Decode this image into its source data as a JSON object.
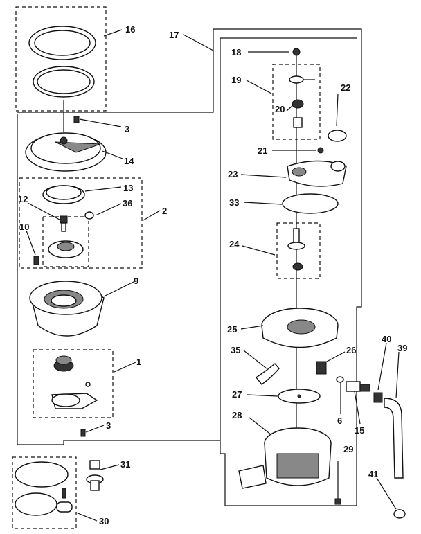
{
  "callouts": {
    "c1": "1",
    "c2": "2",
    "c3a": "3",
    "c3b": "3",
    "c6": "6",
    "c9": "9",
    "c10": "10",
    "c12": "12",
    "c13": "13",
    "c14": "14",
    "c15": "15",
    "c16": "16",
    "c17": "17",
    "c18": "18",
    "c19": "19",
    "c20": "20",
    "c21": "21",
    "c22": "22",
    "c23": "23",
    "c24": "24",
    "c25": "25",
    "c26": "26",
    "c27": "27",
    "c28": "28",
    "c29": "29",
    "c30": "30",
    "c31": "31",
    "c33": "33",
    "c35": "35",
    "c36": "36",
    "c39": "39",
    "c40": "40",
    "c41": "41"
  }
}
